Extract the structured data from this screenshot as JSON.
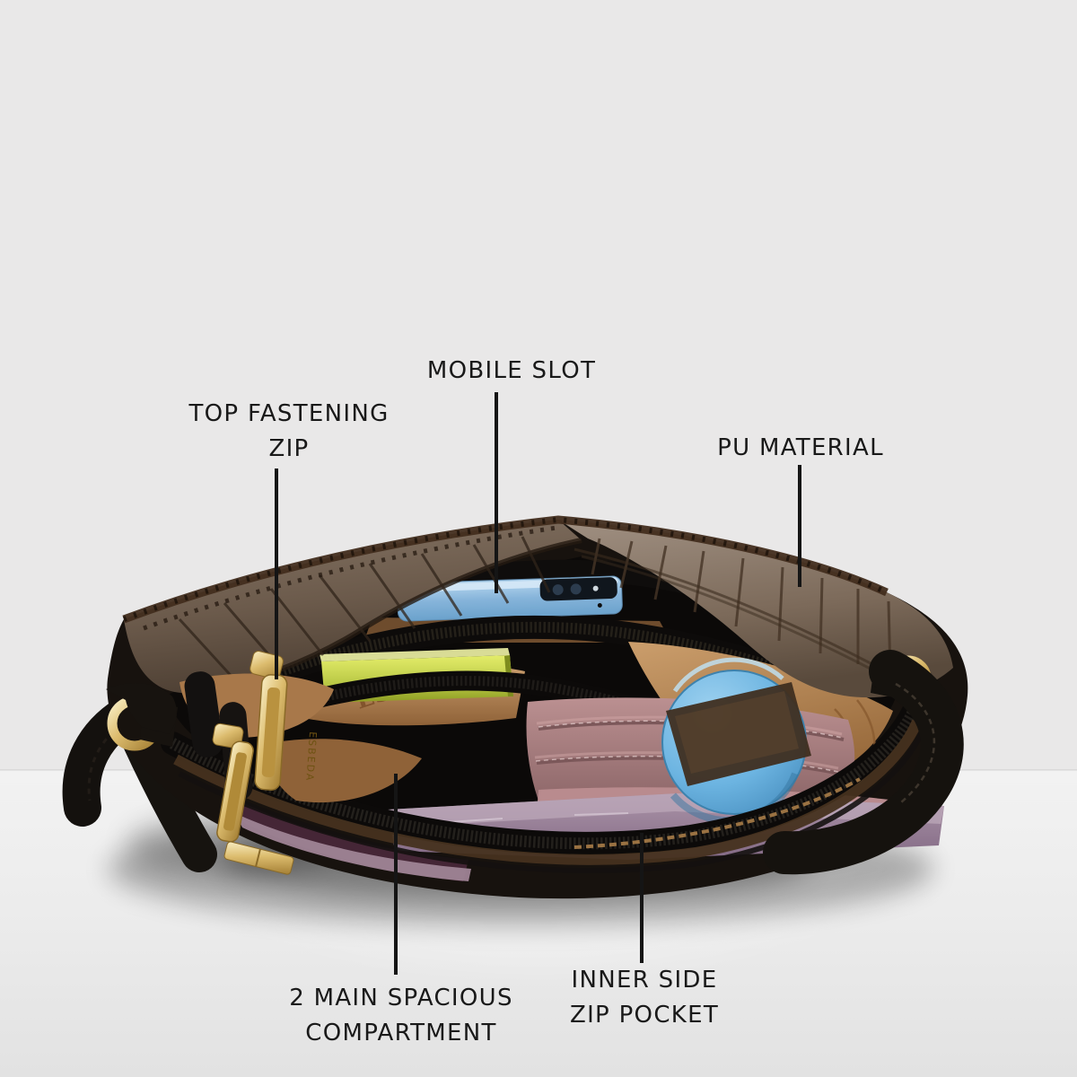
{
  "meta": {
    "description": "Top view of an open PU-material handbag showing its compartments and contents, annotated with feature callouts"
  },
  "background": {
    "wall_color": "#e9e8e8",
    "floor_highlight": "#ffffff",
    "floor_shade": "#e2e2e2"
  },
  "bag": {
    "exterior_color": "#6f5d4e",
    "trim_color": "#17130f",
    "lining_color": "#b9895c",
    "hardware_color": "#d9b96a",
    "hardware_engraving": "ESBEDA",
    "lining_monogram": "ES",
    "items": {
      "phone_color": "#8fc0e5",
      "green_box_color": "#b9c847",
      "wallet_color": "#a87f80",
      "book_color": "#9c8299",
      "mirror_case_color": "#64aedd"
    }
  },
  "callouts": {
    "mobile_slot": {
      "label": "MOBILE SLOT"
    },
    "top_fastening_zip": {
      "line1": "TOP FASTENING",
      "line2": "ZIP"
    },
    "pu_material": {
      "label": "PU MATERIAL"
    },
    "main_compartments": {
      "line1": "2 MAIN SPACIOUS",
      "line2": "COMPARTMENT"
    },
    "inner_zip_pocket": {
      "line1": "INNER SIDE",
      "line2": "ZIP POCKET"
    }
  }
}
